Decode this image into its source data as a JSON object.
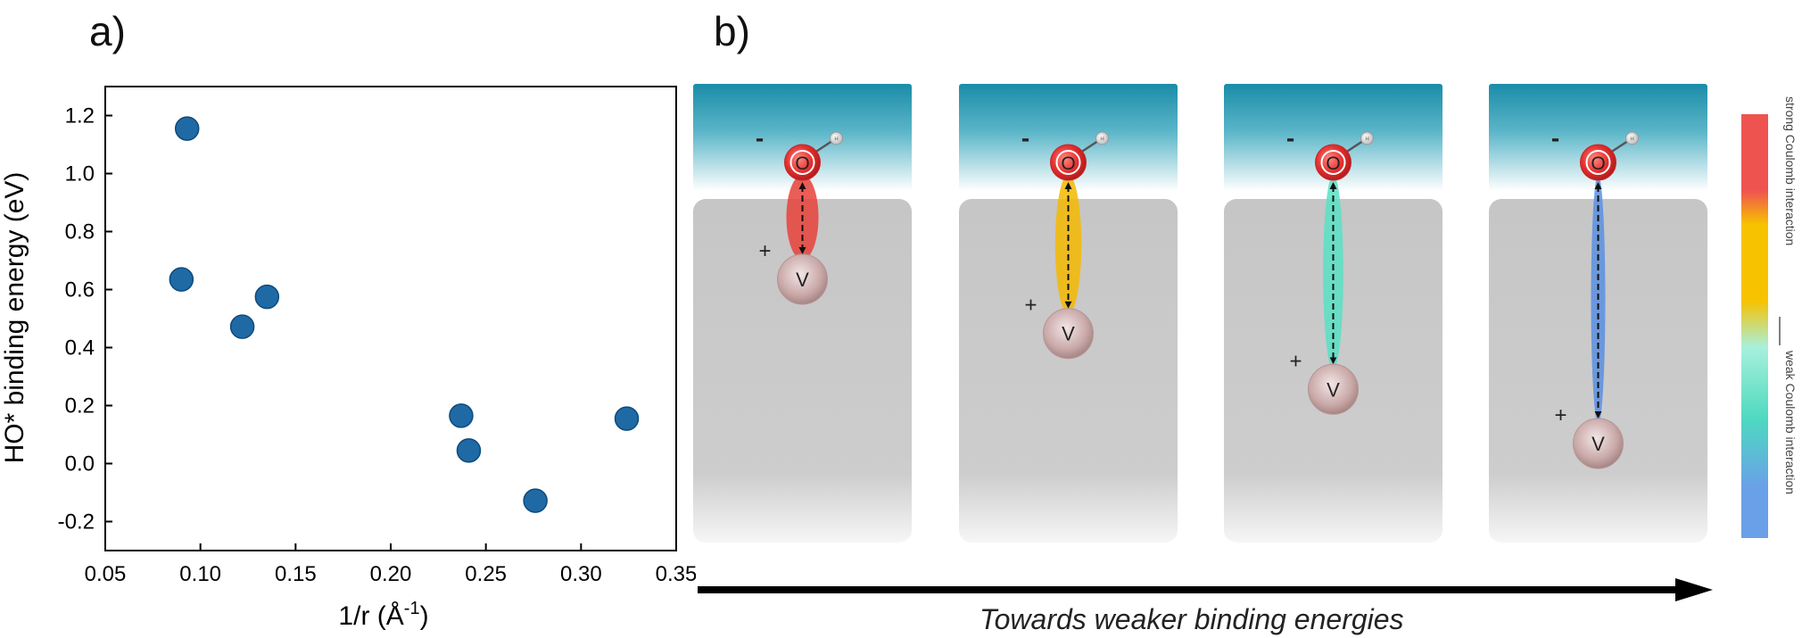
{
  "panel_a_label": "a)",
  "panel_b_label": "b)",
  "chart_data": {
    "type": "scatter",
    "title": "",
    "xlabel_main": "1/r (Å",
    "xlabel_sup": "-1",
    "xlabel_close": ")",
    "ylabel": "HO* binding energy (eV)",
    "xlim": [
      0.05,
      0.35
    ],
    "ylim": [
      -0.3,
      1.3
    ],
    "x_ticks": [
      "0.05",
      "0.10",
      "0.15",
      "0.20",
      "0.25",
      "0.30",
      "0.35"
    ],
    "y_ticks": [
      "-0.2",
      "0.0",
      "0.2",
      "0.4",
      "0.6",
      "0.8",
      "1.0",
      "1.2"
    ],
    "x_tick_values": [
      0.05,
      0.1,
      0.15,
      0.2,
      0.25,
      0.3,
      0.35
    ],
    "y_tick_values": [
      -0.2,
      0.0,
      0.2,
      0.4,
      0.6,
      0.8,
      1.0,
      1.2
    ],
    "points": [
      {
        "x": 0.093,
        "y": 1.155
      },
      {
        "x": 0.09,
        "y": 0.635
      },
      {
        "x": 0.122,
        "y": 0.472
      },
      {
        "x": 0.135,
        "y": 0.575
      },
      {
        "x": 0.237,
        "y": 0.165
      },
      {
        "x": 0.241,
        "y": 0.045
      },
      {
        "x": 0.276,
        "y": -0.128
      },
      {
        "x": 0.324,
        "y": 0.155
      }
    ],
    "marker_color": "#1f6aa5",
    "grid": false,
    "legend": "none"
  },
  "schematic": {
    "panels": [
      {
        "o_label": "O",
        "v_label": "V",
        "h_label": "H",
        "minus": "-",
        "plus": "+",
        "interaction_color": "#e8413a",
        "separation": 0.0
      },
      {
        "o_label": "O",
        "v_label": "V",
        "h_label": "H",
        "minus": "-",
        "plus": "+",
        "interaction_color": "#f5b800",
        "separation": 0.33
      },
      {
        "o_label": "O",
        "v_label": "V",
        "h_label": "H",
        "minus": "-",
        "plus": "+",
        "interaction_color": "#58e0c4",
        "separation": 0.67
      },
      {
        "o_label": "O",
        "v_label": "V",
        "h_label": "H",
        "minus": "-",
        "plus": "+",
        "interaction_color": "#5b8fe0",
        "separation": 1.0
      }
    ],
    "colorbar_strong": "strong Coulomb interaction",
    "colorbar_weak": "weak Coulomb interaction",
    "arrow_caption": "Towards weaker binding energies"
  },
  "colors": {
    "surface_top": "#1a8ca8",
    "bulk_gray": "#c9c9c9",
    "oxygen_red": "#e53030",
    "vacancy_pink": "#c9a8a8"
  }
}
